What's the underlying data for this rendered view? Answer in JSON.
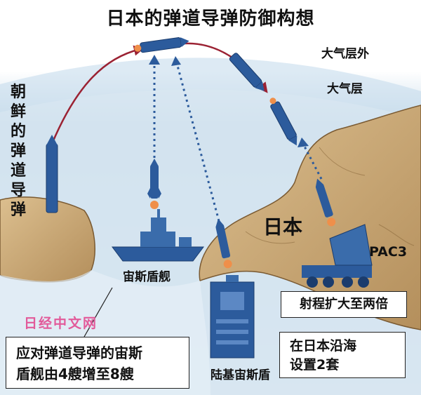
{
  "title": "日本的弹道导弹防御构想",
  "labels": {
    "space": "大气层外",
    "atmosphere": "大气层",
    "north_korea_missile": [
      "朝",
      "鲜",
      "的",
      "弹",
      "道",
      "导",
      "弹"
    ],
    "japan": "日本",
    "pac3": "PAC3",
    "aegis_ship": "宙斯盾舰",
    "aegis_ashore": "陆基宙斯盾",
    "watermark": "日经中文网"
  },
  "callouts": {
    "range": "射程扩大至两倍",
    "deploy": [
      "在日本沿海",
      "设置2套"
    ],
    "aegis_increase": [
      "应对弹道导弹的宙斯",
      "盾舰由4艘增至8艘"
    ]
  },
  "colors": {
    "sky": "#c7dcec",
    "sky_light": "#e6f0f7",
    "land": "#c9a877",
    "land_dark": "#8c6a3e",
    "missile": "#2c5b9c",
    "trajectory": "#9b2233",
    "intercept_path": "#2c5b9c",
    "watermark": "#e25a9a"
  }
}
